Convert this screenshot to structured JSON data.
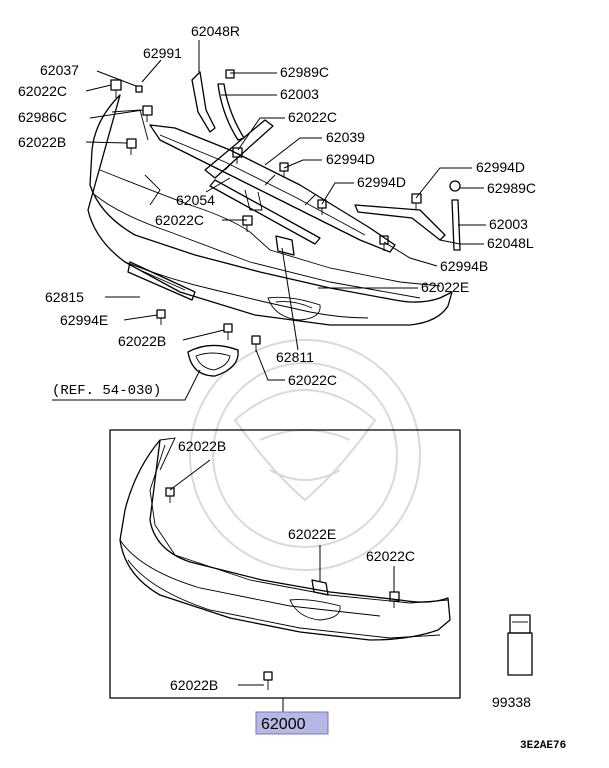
{
  "labels": {
    "p62048R": "62048R",
    "p62991": "62991",
    "p62037": "62037",
    "p62989C_top": "62989C",
    "p62022C_1": "62022C",
    "p62003_top": "62003",
    "p62986C": "62986C",
    "p62022C_2": "62022C",
    "p62022B_1": "62022B",
    "p62039": "62039",
    "p62994D_1": "62994D",
    "p62994D_2": "62994D",
    "p62994D_3": "62994D",
    "p62989C_right": "62989C",
    "p62054": "62054",
    "p62003_right": "62003",
    "p62022C_3": "62022C",
    "p62048L": "62048L",
    "p62994B": "62994B",
    "p62815": "62815",
    "p62022E_1": "62022E",
    "p62994E": "62994E",
    "p62022B_2": "62022B",
    "p62811": "62811",
    "p62022C_4": "62022C",
    "ref": "(REF. 54-030)",
    "p62022B_3": "62022B",
    "p62022E_2": "62022E",
    "p62022C_5": "62022C",
    "p62022B_4": "62022B",
    "p99338": "99338",
    "p62000": "62000",
    "diagram_code": "3E2AE76"
  },
  "colors": {
    "highlight": "#b7b7e6",
    "highlight_border": "#7777bb",
    "line": "#000000",
    "watermark": "#d9d9d9"
  }
}
